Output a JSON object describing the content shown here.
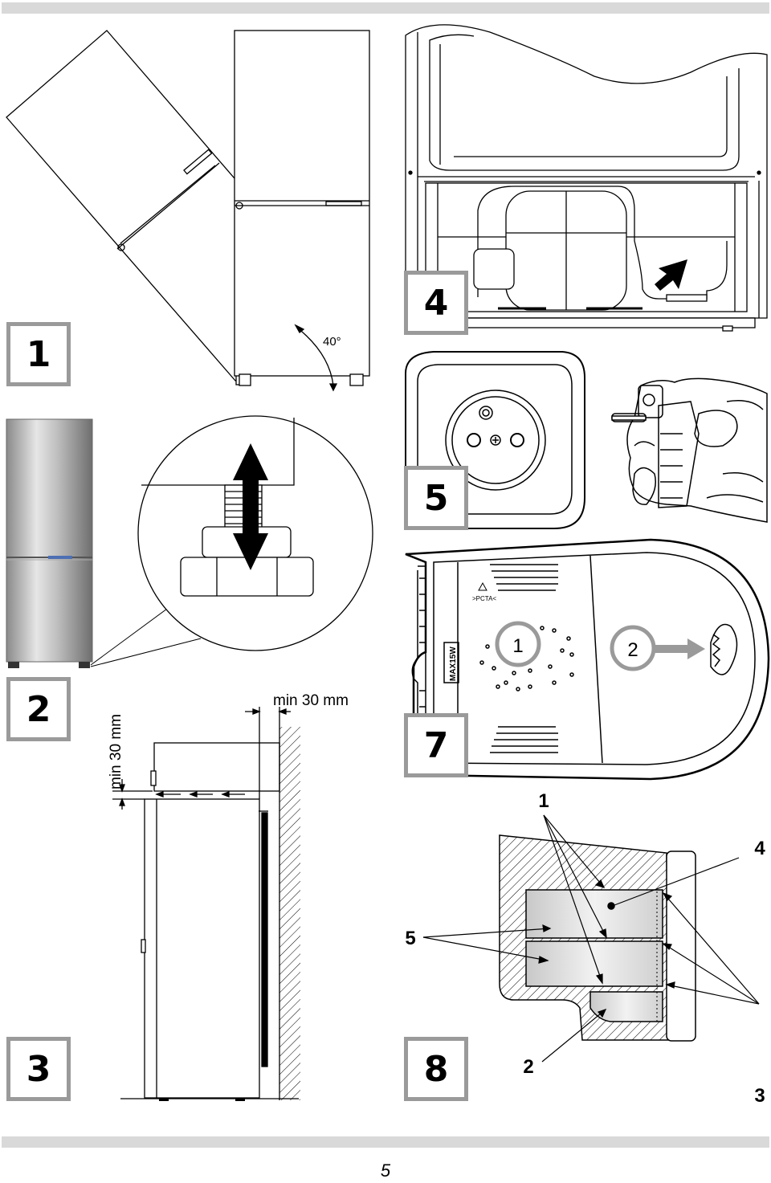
{
  "figures": [
    {
      "id": "fig1",
      "number": "1"
    },
    {
      "id": "fig2",
      "number": "2"
    },
    {
      "id": "fig3",
      "number": "3"
    },
    {
      "id": "fig4",
      "number": "4"
    },
    {
      "id": "fig5",
      "number": "5"
    },
    {
      "id": "fig7",
      "number": "7"
    },
    {
      "id": "fig8",
      "number": "8"
    }
  ],
  "fig1": {
    "angle_label": "40°"
  },
  "fig3": {
    "top_clearance": "min 30 mm",
    "side_clearance": "min 30 mm"
  },
  "fig7": {
    "model_label": "MAX15W",
    "callout_1": "1",
    "callout_2": "2",
    "recycle_label": ">PCTA<"
  },
  "fig8": {
    "label_1": "1",
    "label_2": "2",
    "label_3": "3",
    "label_4": "4",
    "label_5": "5"
  },
  "page_number": "5"
}
